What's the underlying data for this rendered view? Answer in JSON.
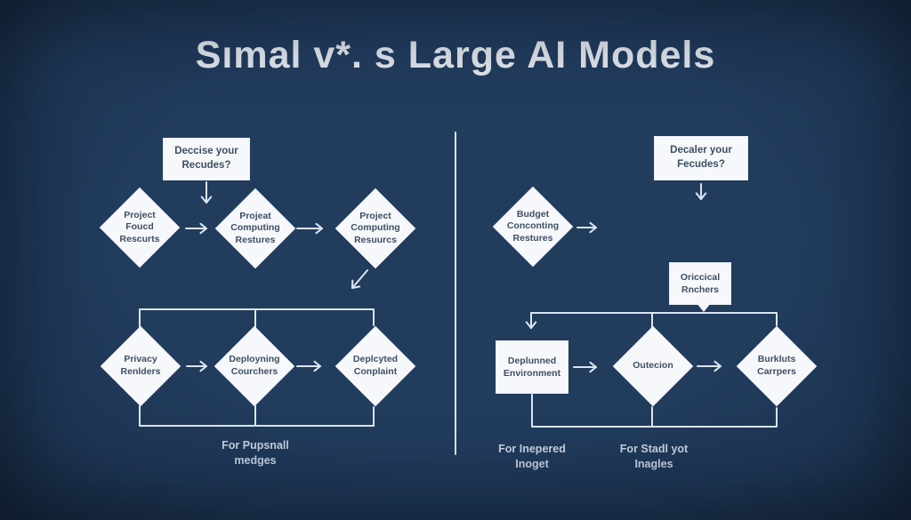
{
  "title": "Sımal v*. s Large AI Models",
  "left_flow": {
    "decision_box": {
      "label": "Deccise your\nRecudes?"
    },
    "row1": [
      {
        "label": "Project\nFoucd\nRescurts"
      },
      {
        "label": "Projeat\nComputing\nRestures"
      },
      {
        "label": "Project\nComputing\nResuurcs"
      }
    ],
    "row2": [
      {
        "label": "Privacy\nRenlders"
      },
      {
        "label": "Deployning\nCourchers"
      },
      {
        "label": "Deplcyted\nConplaint"
      }
    ],
    "caption": "For Pupsnall\nmedges"
  },
  "right_flow": {
    "decision_box": {
      "label": "Decaler your\nFecudes?"
    },
    "budget_diamond": {
      "label": "Budget\nConconting\nRestures"
    },
    "callout": {
      "label": "Oriccical\nRnchers"
    },
    "environment_box": {
      "label": "Deplunned\nEnvironment"
    },
    "outecion_diamond": {
      "label": "Outecion"
    },
    "burkluts_diamond": {
      "label": "Burkluts\nCarrpers"
    },
    "captions": [
      "For Inepered\nInoget",
      "For Stadl yot\nInagles"
    ]
  },
  "colors": {
    "background": "#1e3654",
    "shape_fill": "#f6f8fb",
    "shape_text": "#3e4f63",
    "line": "#dbe5f0",
    "title_text": "#dfe4ec",
    "caption_text": "#c6d1e0"
  }
}
